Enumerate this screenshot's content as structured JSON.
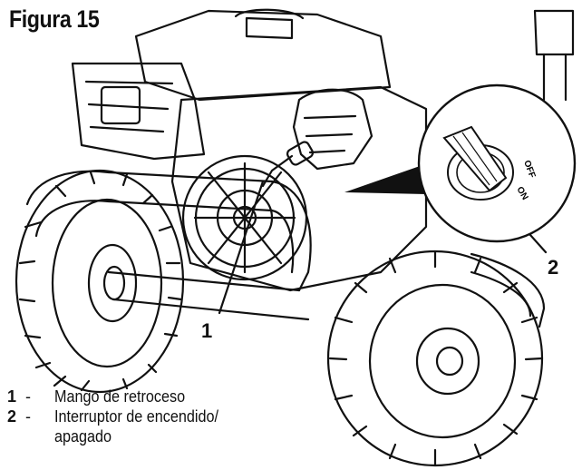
{
  "figure": {
    "title": "Figura 15"
  },
  "callouts": [
    {
      "number": "1"
    },
    {
      "number": "2"
    }
  ],
  "switch_positions": {
    "off": "OFF",
    "on": "ON"
  },
  "legend": [
    {
      "number": "1",
      "separator": "-",
      "text": "Mango de retroceso"
    },
    {
      "number": "2",
      "separator": "-",
      "text": "Interruptor de encendido/",
      "continuation": "apagado"
    }
  ],
  "icons": [
    "recoil-handle-icon",
    "on-off-switch-icon",
    "generator-illustration"
  ]
}
